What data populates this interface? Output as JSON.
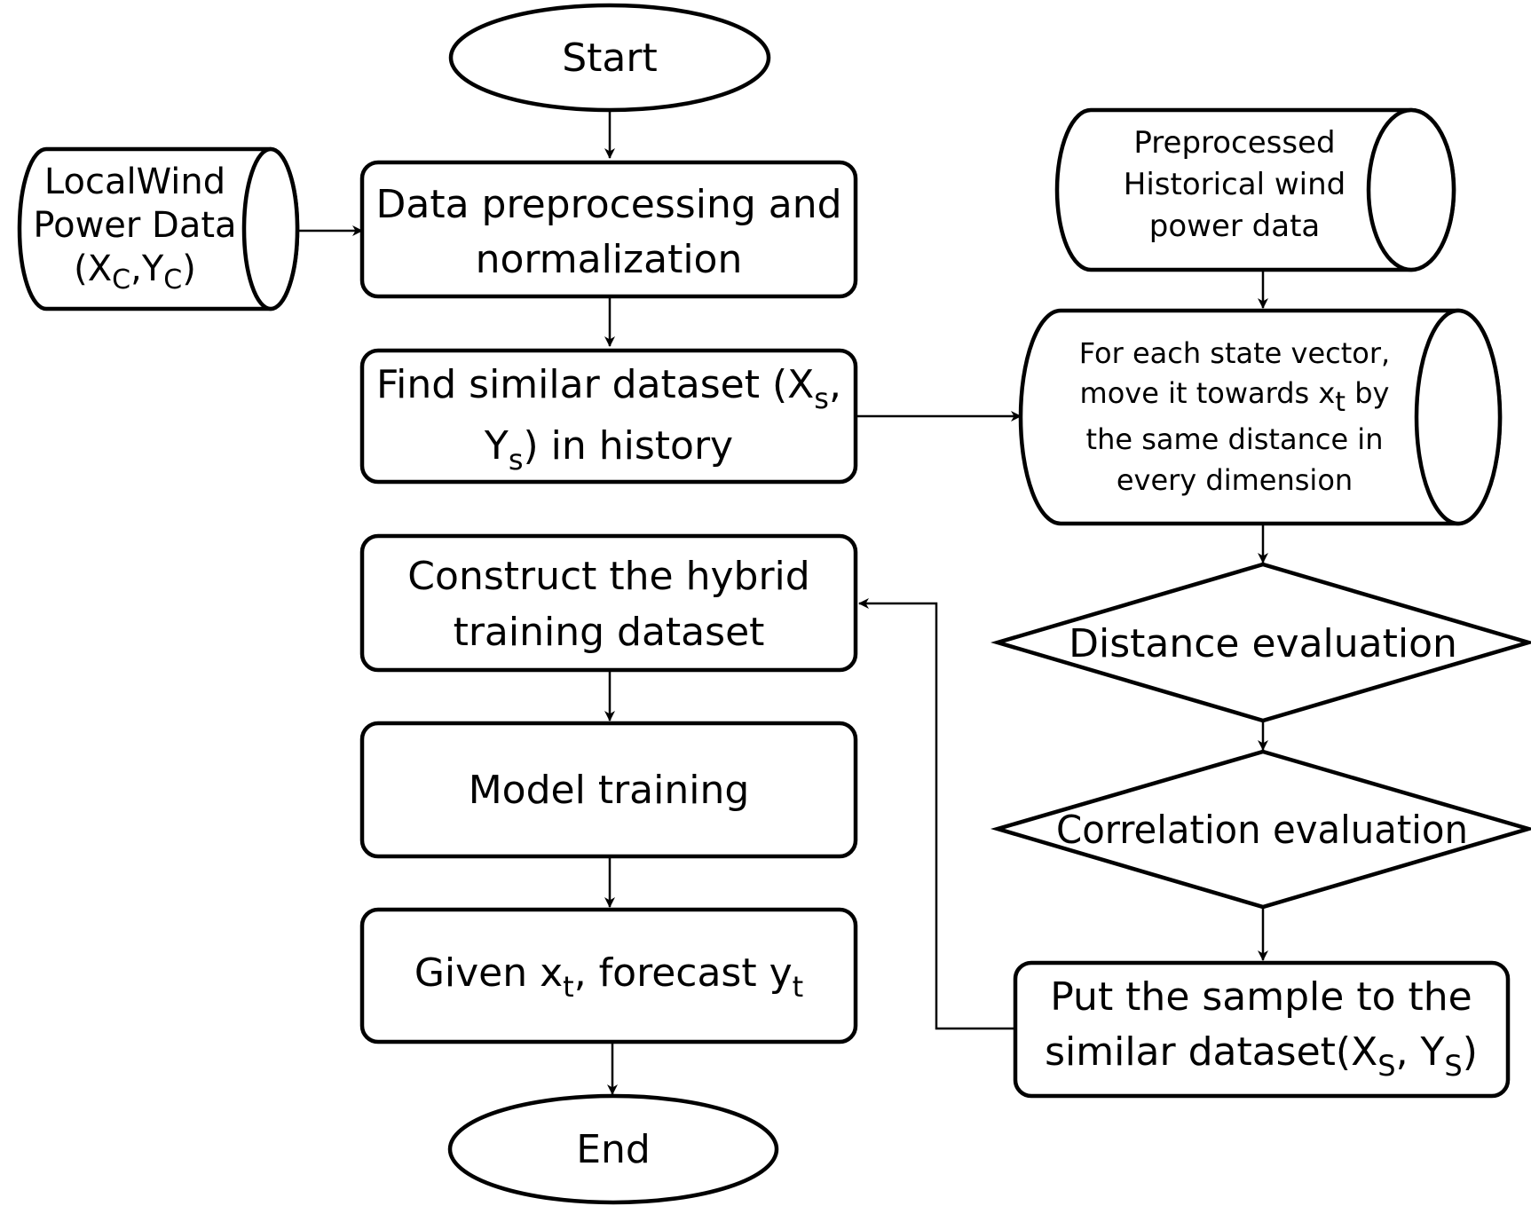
{
  "nodes": {
    "start": "Start",
    "local_data": {
      "line1": "LocalWind",
      "line2": "Power Data",
      "line3_pre": "(X",
      "line3_sub1": "C",
      "line3_mid": ",Y",
      "line3_sub2": "C",
      "line3_post": ")"
    },
    "preprocess": {
      "line1": "Data preprocessing and",
      "line2": "normalization"
    },
    "find_similar": {
      "line1_pre": "Find similar dataset (X",
      "line1_sub": "s",
      "line1_post": ",",
      "line2_pre": "Y",
      "line2_sub": "s",
      "line2_post": ") in history"
    },
    "historical": {
      "line1": "Preprocessed",
      "line2": "Historical wind",
      "line3": "power data"
    },
    "state_vector": {
      "line1": "For each state vector,",
      "line2_pre": "move it towards x",
      "line2_sub": "t",
      "line2_post": " by",
      "line3": "the same distance in",
      "line4": "every dimension"
    },
    "distance_eval": "Distance evaluation",
    "correlation_eval": "Correlation evaluation",
    "put_sample": {
      "line1": "Put the sample to the",
      "line2_pre": "similar dataset(X",
      "line2_sub1": "S",
      "line2_mid": ", Y",
      "line2_sub2": "S",
      "line2_post": ")"
    },
    "construct": {
      "line1": "Construct the hybrid",
      "line2": "training dataset"
    },
    "model_training": "Model training",
    "forecast": {
      "pre": "Given x",
      "sub1": "t",
      "mid": ", forecast y",
      "sub2": "t"
    },
    "end": "End"
  }
}
